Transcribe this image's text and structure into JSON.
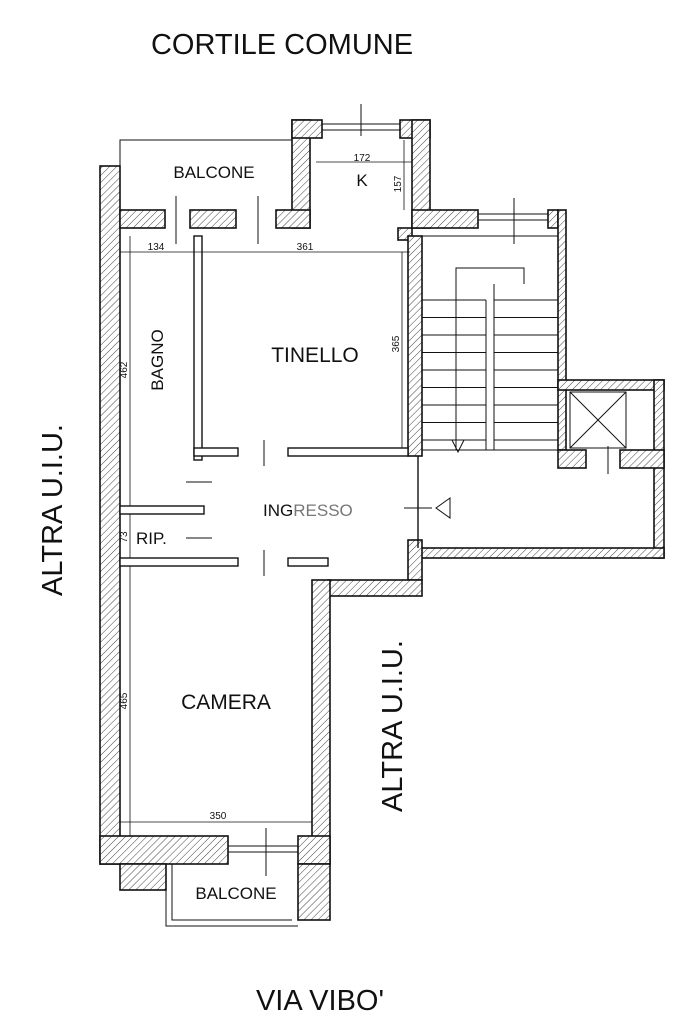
{
  "labels": {
    "top_street": "CORTILE COMUNE",
    "bottom_street": "VIA VIBO'",
    "left_side": "ALTRA U.I.U.",
    "right_side": "ALTRA U.I.U."
  },
  "rooms": {
    "balcone_top": "BALCONE",
    "kitchen": "K",
    "bagno": "BAGNO",
    "tinello": "TINELLO",
    "ingresso_part1": "ING",
    "ingresso_part2": "RESSO",
    "rip": "RIP.",
    "camera": "CAMERA",
    "balcone_bottom": "BALCONE"
  },
  "dimensions": {
    "kitchen_width": "172",
    "kitchen_depth": "157",
    "bagno_width": "134",
    "tinello_width": "361",
    "tinello_depth": "365",
    "bagno_depth": "462",
    "rip_depth": "73",
    "camera_depth": "465",
    "camera_width": "350"
  },
  "colors": {
    "ink": "#111111",
    "ingresso_grey": "#777777"
  }
}
